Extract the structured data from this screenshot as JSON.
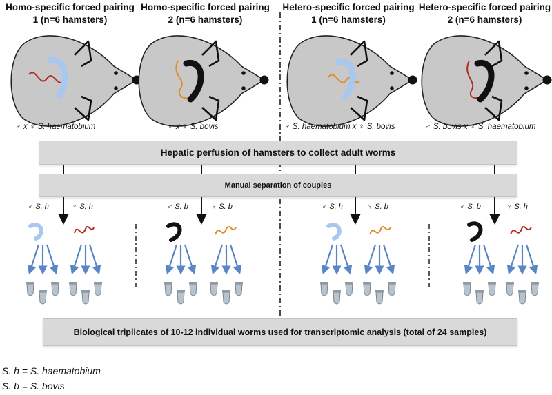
{
  "groups": [
    {
      "title": "Homo-specific forced pairing 1 (n=6 hamsters)",
      "cross_male": "S. haematobium",
      "cross_female": ""
    },
    {
      "title": "Homo-specific forced pairing 2 (n=6 hamsters)",
      "cross_male": "S. bovis",
      "cross_female": ""
    },
    {
      "title": "Hetero-specific forced pairing 1 (n=6 hamsters)",
      "cross_male": "S. haematobium",
      "cross_female": "S. bovis"
    },
    {
      "title": "Hetero-specific forced pairing 2 (n=6 hamsters)",
      "cross_male": "S. bovis",
      "cross_female": "S. haematobium"
    }
  ],
  "symbols": {
    "male": "♂",
    "female": "♀",
    "times": "x"
  },
  "bars": {
    "perfusion": "Hepatic perfusion of hamsters to collect adult worms",
    "separation": "Manual separation of couples",
    "triplicates": "Biological triplicates of 10-12 individual worms used for transcriptomic analysis (total of 24 samples)"
  },
  "worm_labels": [
    "S. h",
    "S. h",
    "S. b",
    "S. b",
    "S. h",
    "S. b",
    "S. b",
    "S. h"
  ],
  "legend": {
    "line1": "S. h = S. haematobium",
    "line2": "S. b = S. bovis"
  },
  "colors": {
    "body": "#c8c8c8",
    "bar": "#d9d9d9",
    "light_blue_worm": "#a9c8ef",
    "black_worm": "#111111",
    "red_worm": "#b22a20",
    "orange_worm": "#e08b2c",
    "arrow_blue": "#5b86c5"
  }
}
